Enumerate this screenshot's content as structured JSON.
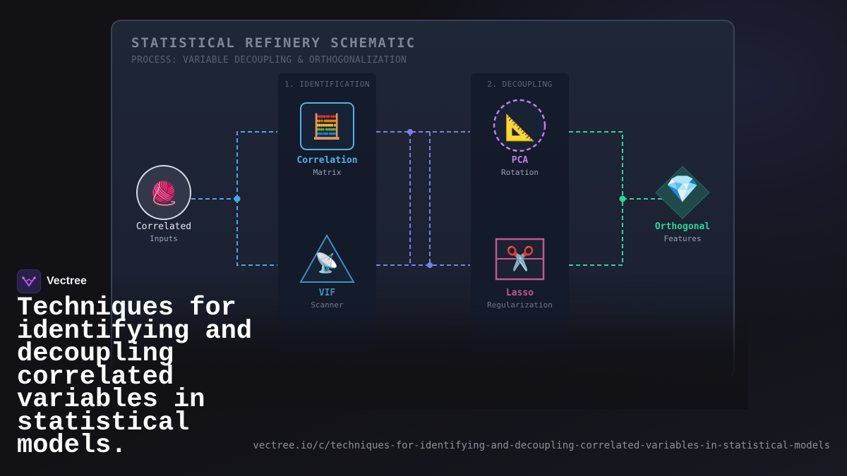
{
  "schematic": {
    "title": "STATISTICAL REFINERY SCHEMATIC",
    "subtitle": "PROCESS: VARIABLE DECOUPLING & ORTHOGONALIZATION",
    "stages": [
      {
        "label": "1. IDENTIFICATION"
      },
      {
        "label": "2. DECOUPLING"
      }
    ],
    "nodes": {
      "input": {
        "title": "Correlated",
        "subtitle": "Inputs",
        "icon": "yarn-icon",
        "glyph": "🧶",
        "color": "#e8e8ee"
      },
      "correlation": {
        "title": "Correlation",
        "subtitle": "Matrix",
        "icon": "abacus-icon",
        "glyph": "🧮",
        "color": "#4fb3e8"
      },
      "vif": {
        "title": "VIF",
        "subtitle": "Scanner",
        "icon": "satellite-icon",
        "glyph": "📡",
        "color": "#3c8fc0"
      },
      "pca": {
        "title": "PCA",
        "subtitle": "Rotation",
        "icon": "triangle-ruler-icon",
        "glyph": "📐",
        "color": "#c07ee8"
      },
      "lasso": {
        "title": "Lasso",
        "subtitle": "Regularization",
        "icon": "scissors-icon",
        "glyph": "✂️",
        "color": "#c05a8c"
      },
      "output": {
        "title": "Orthogonal",
        "subtitle": "Features",
        "icon": "gem-icon",
        "glyph": "💎",
        "color": "#2ed3a0"
      }
    },
    "colors": {
      "input_wire": "#3fa9f5",
      "middle_wire": "#7b7fe8",
      "output_wire": "#2ed3a0"
    }
  },
  "brand": {
    "name": "Vectree",
    "logo_icon": "vectree-logo-icon"
  },
  "headline": "Techniques for identifying and decoupling correlated variables in statistical models.",
  "url": "vectree.io/c/techniques-for-identifying-and-decoupling-correlated-variables-in-statistical-models"
}
